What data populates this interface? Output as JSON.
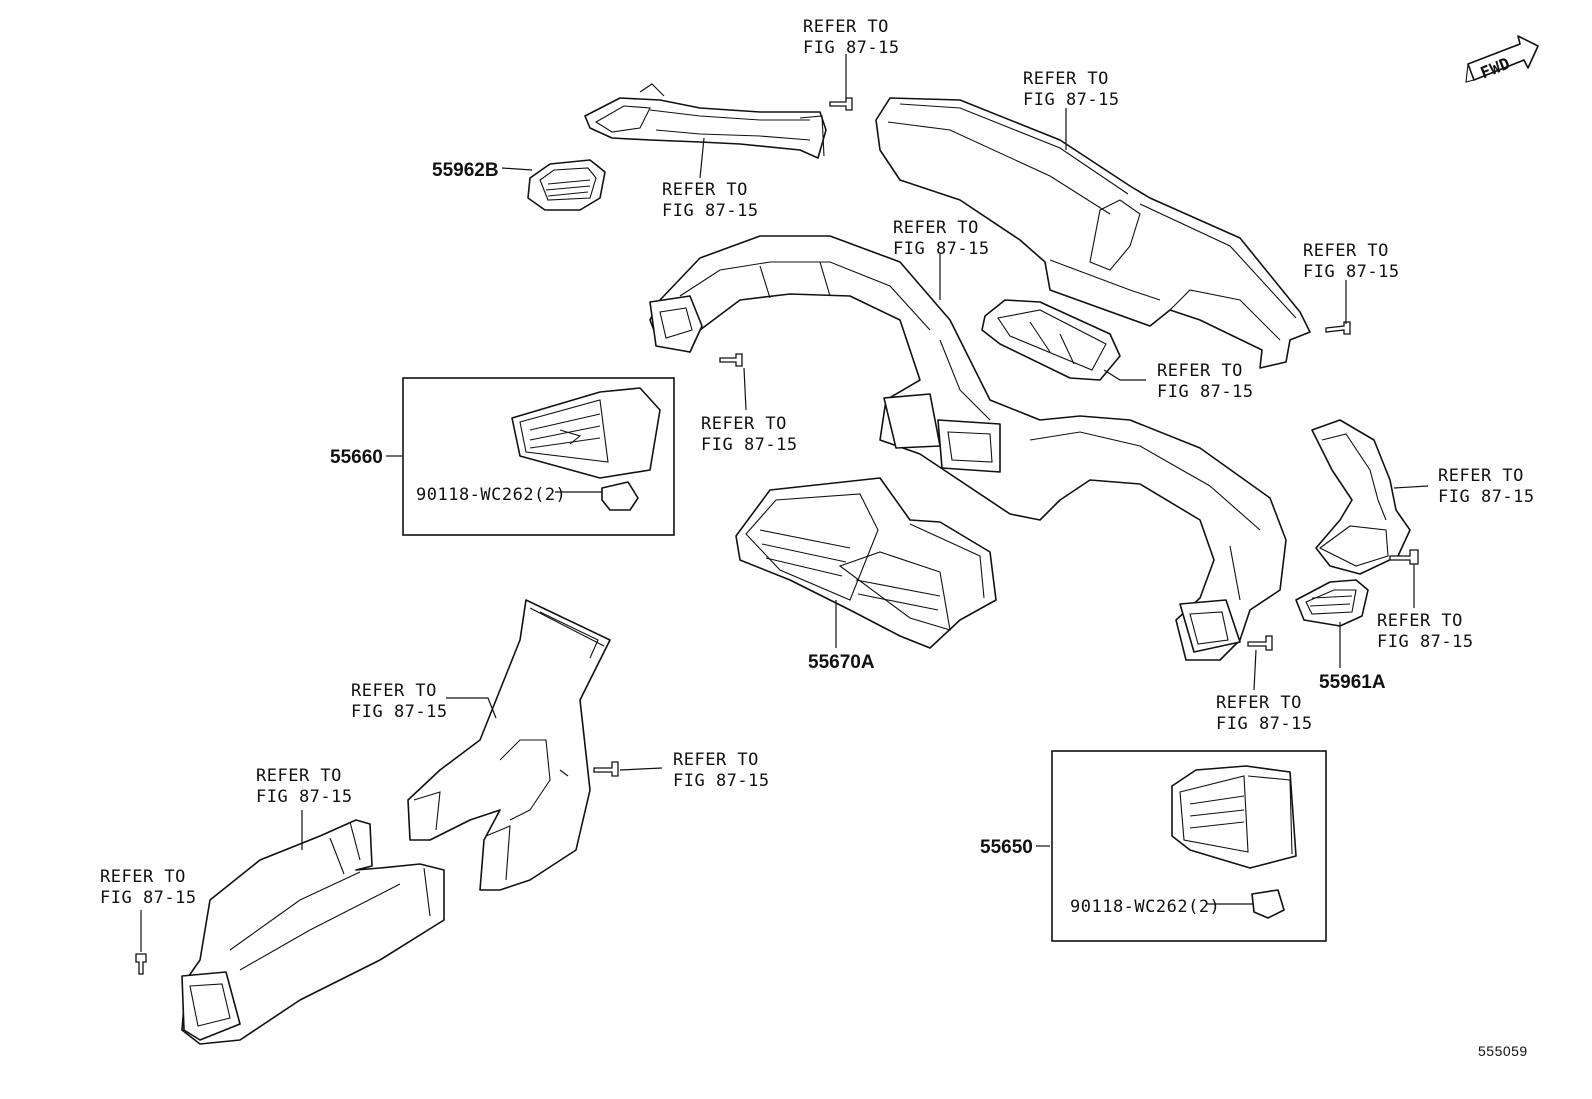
{
  "refer_label": [
    "REFER TO",
    "FIG 87-15"
  ],
  "fwd_label": "FWD",
  "figure_number": "555059",
  "part_numbers": {
    "p55962B": "55962B",
    "p55660": "55660",
    "p55670A": "55670A",
    "p55961A": "55961A",
    "p55650": "55650"
  },
  "clip_labels": {
    "in_55660": "90118-WC262(2)",
    "in_55650": "90118-WC262(2)"
  }
}
